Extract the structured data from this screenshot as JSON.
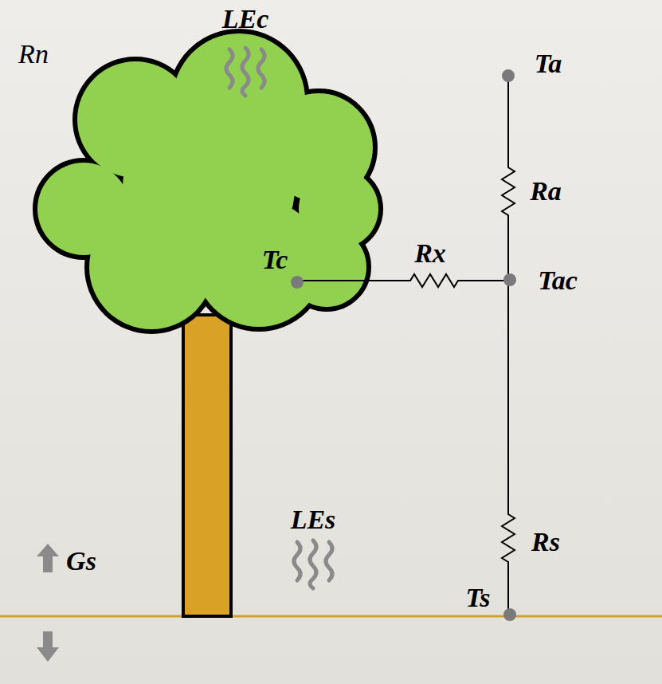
{
  "diagram": {
    "labels": [
      "Rn",
      "LEc",
      "Ta",
      "Ra",
      "Tc",
      "Rx",
      "Tac",
      "LEs",
      "Rs",
      "Gs",
      "Ts"
    ]
  }
}
